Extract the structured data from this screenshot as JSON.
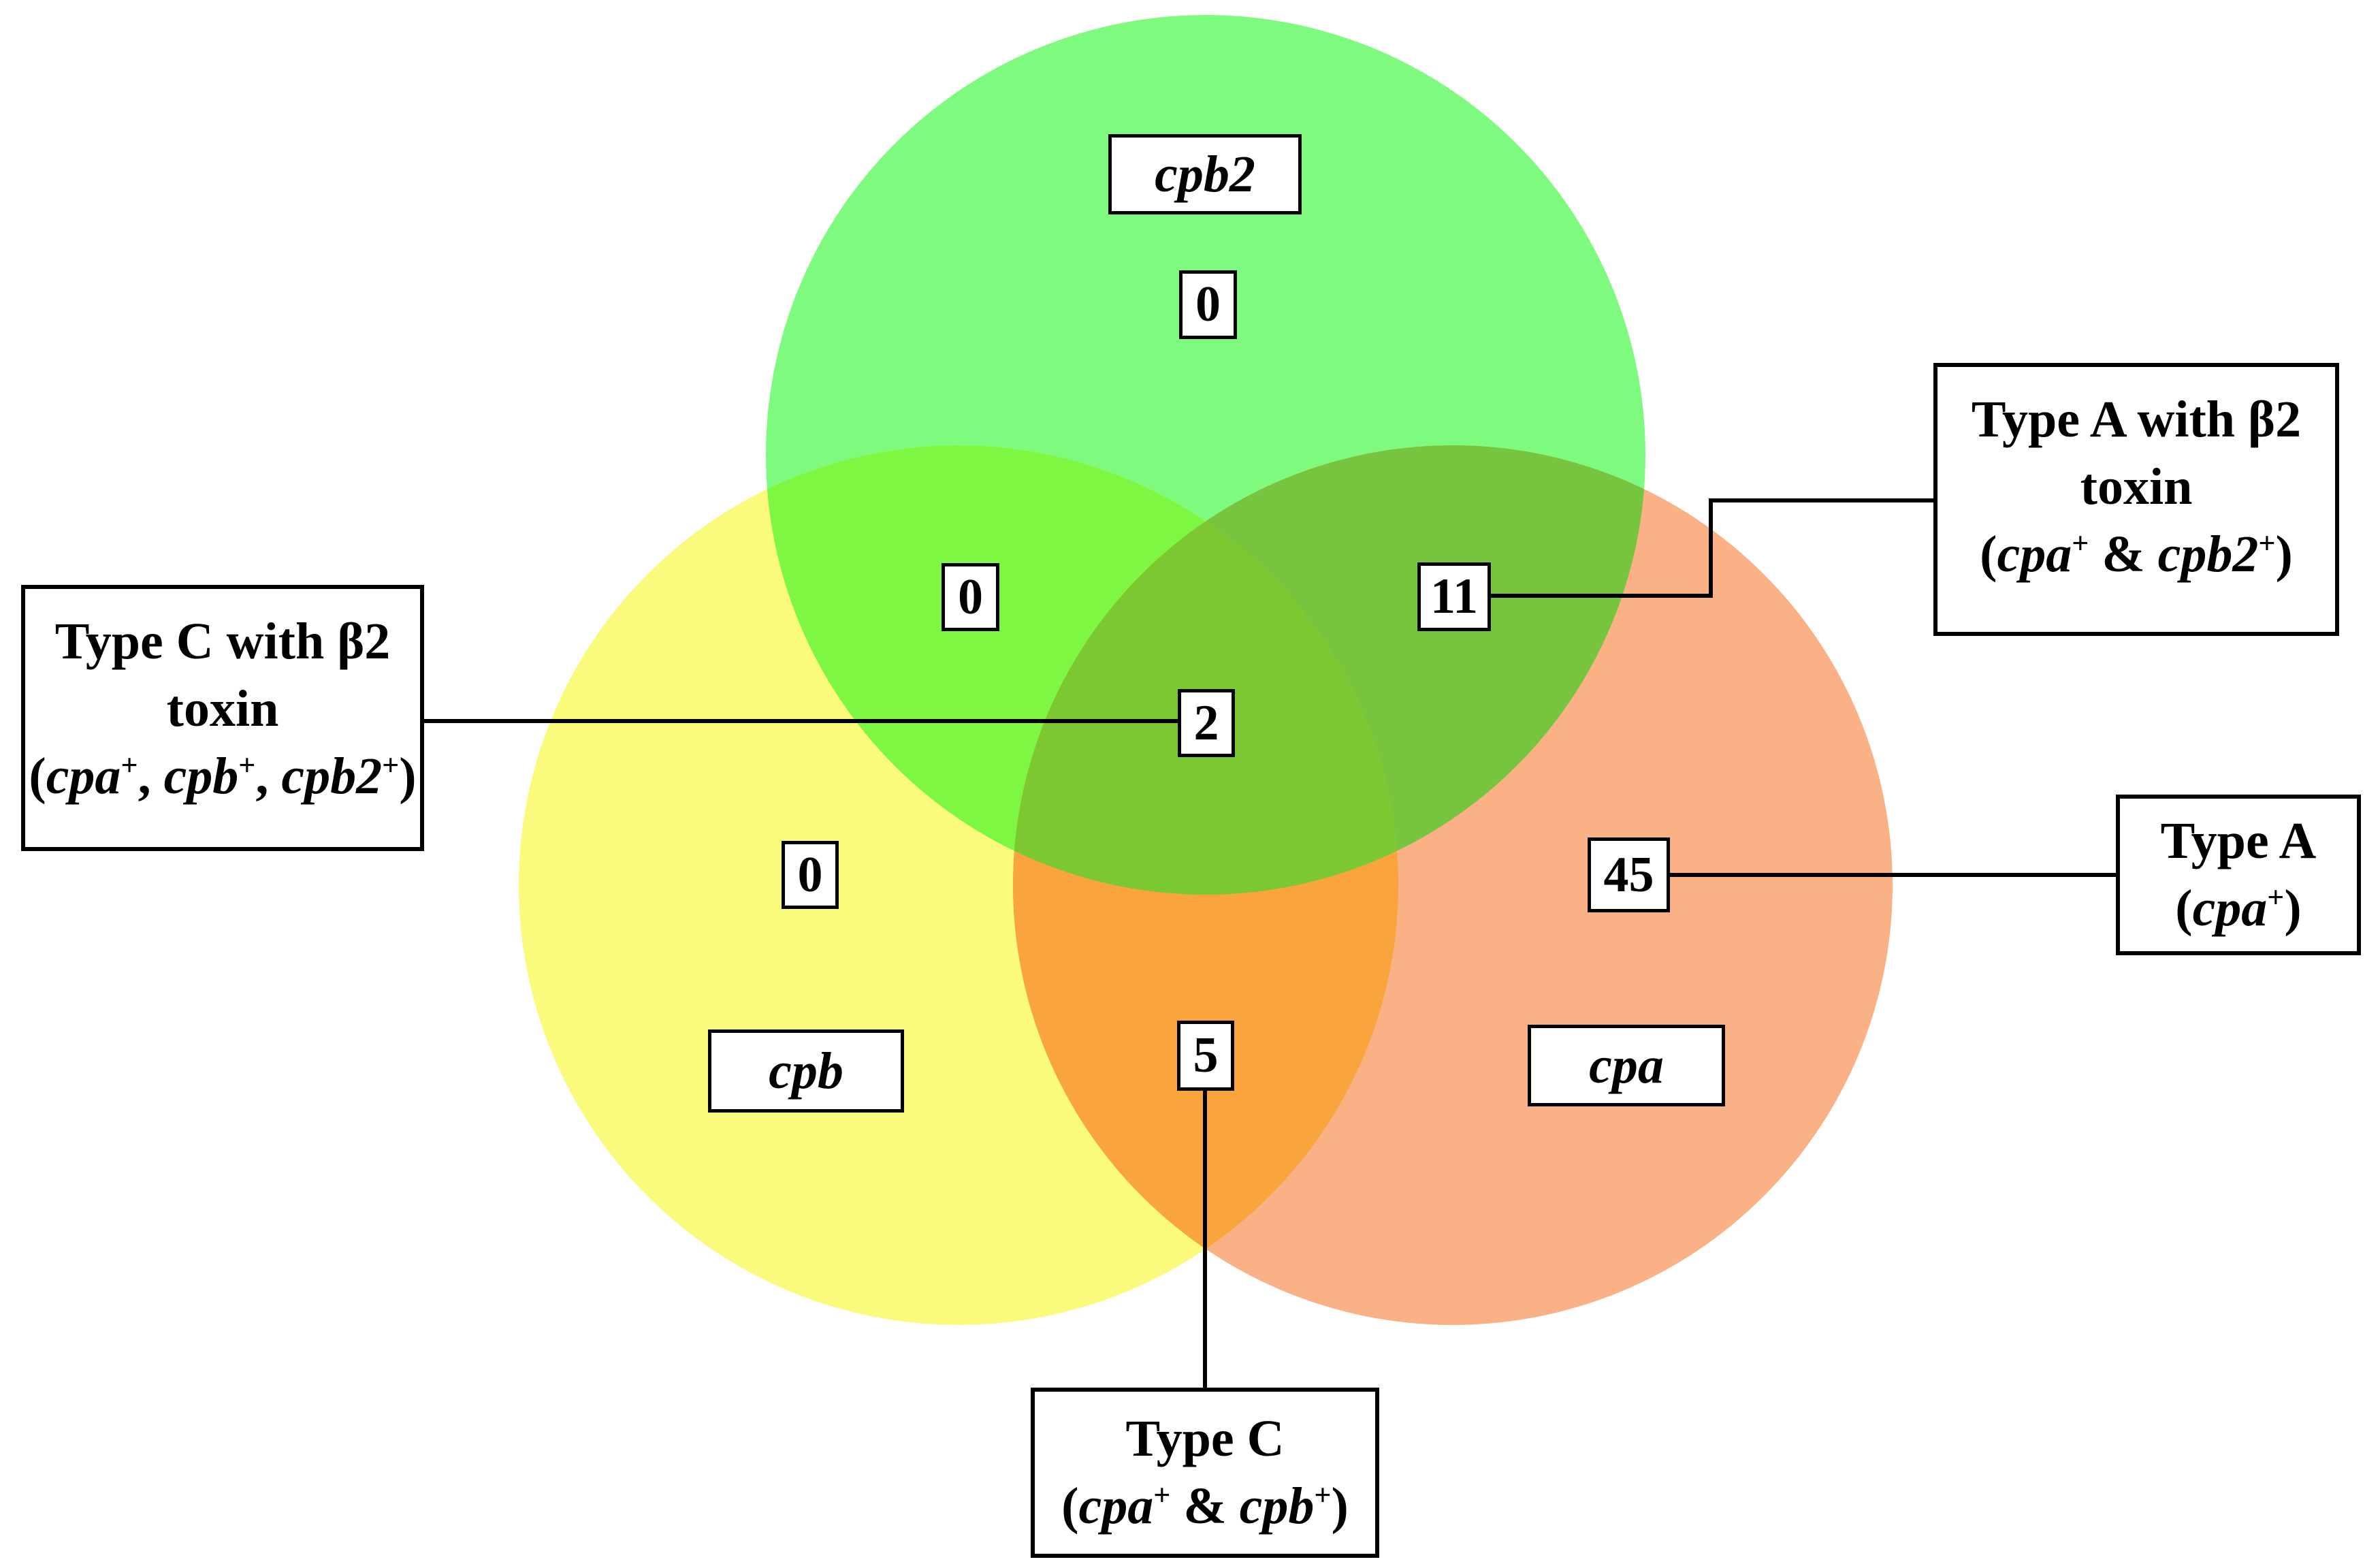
{
  "diagram": {
    "title_hint": "Venn diagram of toxin genotypes",
    "colors": {
      "green": "#7EFB7E",
      "yellow": "#FAFA7D",
      "orange": "#FAB185",
      "green_yellow": "#7DF742",
      "green_orange": "#77C53E",
      "yellow_orange": "#F9A43C",
      "center": "#7CC832",
      "line": "#000000"
    },
    "circle_labels": {
      "top": "cpb2",
      "left": "cpb",
      "right": "cpa"
    },
    "counts": {
      "cpb2_only": "0",
      "cpb2_cpb_overlap": "0",
      "cpb2_cpa_overlap": "11",
      "all_three": "2",
      "cpb_only": "0",
      "cpa_only": "45",
      "cpb_cpa_overlap": "5"
    },
    "annotations": {
      "type_c_b2": {
        "lines": [
          [
            {
              "t": "Type C with β2"
            }
          ],
          [
            {
              "t": "toxin"
            }
          ],
          [
            {
              "t": "("
            },
            {
              "t": "cpa",
              "it": 1
            },
            {
              "t": "+",
              "sup": 1
            },
            {
              "t": ", "
            },
            {
              "t": "cpb",
              "it": 1
            },
            {
              "t": "+",
              "sup": 1
            },
            {
              "t": ", "
            },
            {
              "t": "cpb2",
              "it": 1
            },
            {
              "t": "+",
              "sup": 1
            },
            {
              "t": ")"
            }
          ]
        ]
      },
      "type_a_b2": {
        "lines": [
          [
            {
              "t": "Type A with β2"
            }
          ],
          [
            {
              "t": "toxin"
            }
          ],
          [
            {
              "t": "("
            },
            {
              "t": "cpa",
              "it": 1
            },
            {
              "t": "+",
              "sup": 1
            },
            {
              "t": " & "
            },
            {
              "t": "cpb2",
              "it": 1
            },
            {
              "t": "+",
              "sup": 1
            },
            {
              "t": ")"
            }
          ]
        ]
      },
      "type_a": {
        "lines": [
          [
            {
              "t": "Type A"
            }
          ],
          [
            {
              "t": "("
            },
            {
              "t": "cpa",
              "it": 1
            },
            {
              "t": "+",
              "sup": 1
            },
            {
              "t": ")"
            }
          ]
        ]
      },
      "type_c": {
        "lines": [
          [
            {
              "t": "Type C"
            }
          ],
          [
            {
              "t": "("
            },
            {
              "t": "cpa",
              "it": 1
            },
            {
              "t": "+",
              "sup": 1
            },
            {
              "t": " & "
            },
            {
              "t": "cpb",
              "it": 1
            },
            {
              "t": "+",
              "sup": 1
            },
            {
              "t": ")"
            }
          ]
        ]
      }
    }
  }
}
